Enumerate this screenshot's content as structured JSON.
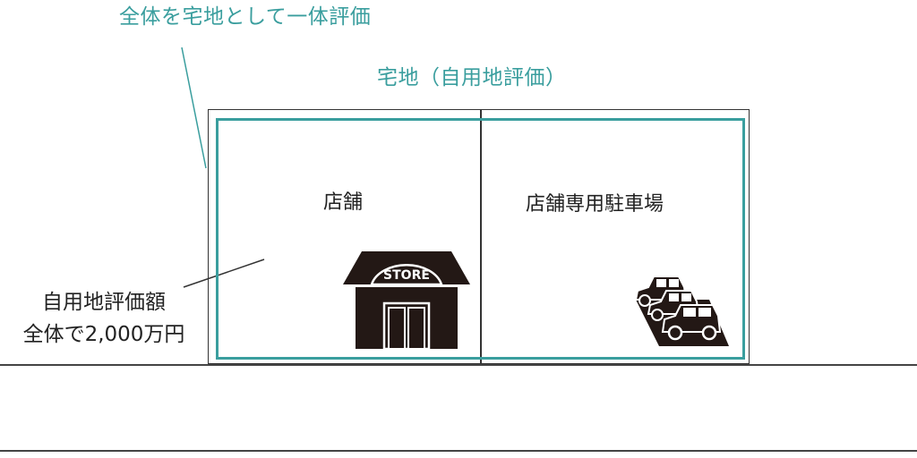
{
  "diagram": {
    "annotations": {
      "overall_title": "全体を宅地として一体評価",
      "lot_title": "宅地（自用地評価）"
    },
    "lots": [
      {
        "label": "店舗",
        "icon": "store-icon",
        "icon_text": "STORE"
      },
      {
        "label": "店舗専用駐車場",
        "icon": "parking-cars-icon"
      }
    ],
    "valuation_note": {
      "line1": "自用地評価額",
      "line2": "全体で2,000万円"
    },
    "colors": {
      "accent_teal": "#3a9e9e",
      "line_dark": "#333333",
      "icon_fill": "#231815"
    }
  }
}
